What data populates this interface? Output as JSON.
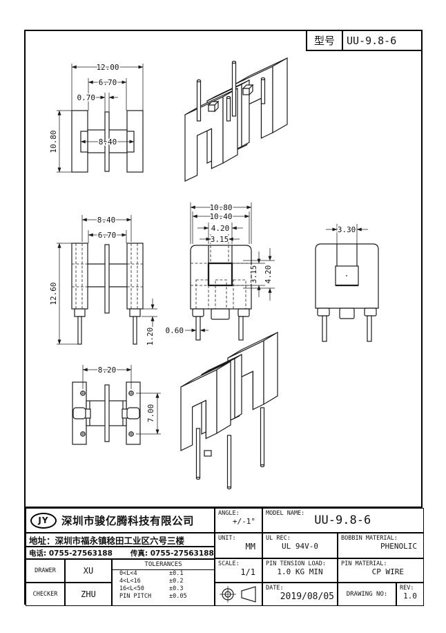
{
  "header": {
    "model_label": "型号",
    "model_value": "UU-9.8-6"
  },
  "views": {
    "top": {
      "d12": "12.00",
      "d67": "6.70",
      "d07": "0.70",
      "d84": "8.40",
      "d108": "10.80"
    },
    "front": {
      "d84": "8.40",
      "d67": "6.70",
      "d126": "12.60",
      "d12": "1.20"
    },
    "side": {
      "d108": "10.80",
      "d104": "10.40",
      "d42": "4.20",
      "d315": "3.15",
      "d315v": "3.15",
      "d42v": "4.20",
      "d06": "0.60"
    },
    "side2": {
      "d33": "3.30"
    },
    "bottom": {
      "d82": "8.20",
      "d70": "7.00"
    }
  },
  "title_block": {
    "company": {
      "logo": "JY",
      "name": "深圳市骏亿腾科技有限公司",
      "address": "地址：深圳市福永镇稔田工业区六号三楼",
      "phone": "电话: 0755-27563188",
      "fax": "传真: 0755-27563188"
    },
    "drawer_label": "DRAWER",
    "drawer": "XU",
    "checker_label": "CHECKER",
    "checker": "ZHU",
    "tol": {
      "title": "TOLERANCES",
      "r1": "0<L<4",
      "v1": "±0.1",
      "r2": "4<L<16",
      "v2": "±0.2",
      "r3": "16<L<50",
      "v3": "±0.3",
      "r4": "PIN PITCH",
      "v4": "±0.05"
    },
    "angle_label": "ANGLE:",
    "angle": "+/-1°",
    "model_name_label": "MODEL NAME:",
    "model_name": "UU-9.8-6",
    "unit_label": "UNIT:",
    "unit": "MM",
    "ul_label": "UL REC:",
    "ul": "UL 94V-0",
    "bobbin_material_label": "BOBBIN MATERIAL:",
    "bobbin_material": "PHENOLIC",
    "scale_label": "SCALE:",
    "scale": "1/1",
    "pin_tension_label": "PIN TENSION LOAD:",
    "pin_tension": "1.0 KG MIN",
    "pin_material_label": "PIN MATERIAL:",
    "pin_material": "CP WIRE",
    "date_label": "DATE:",
    "date": "2019/08/05",
    "drawing_no_label": "DRAWING NO:",
    "rev_label": "REV:",
    "rev": "1.0"
  }
}
